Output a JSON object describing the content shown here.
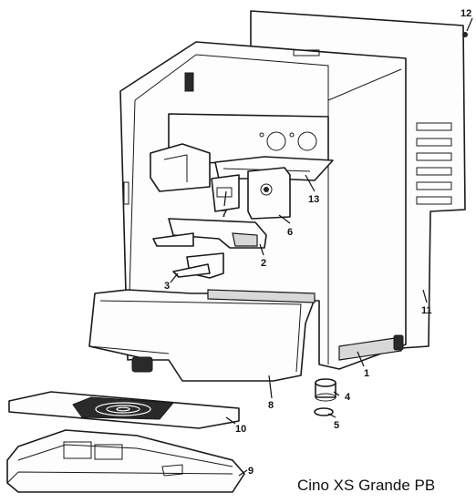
{
  "diagram": {
    "caption": "Cino XS Grande PB",
    "callouts": [
      "1",
      "2",
      "3",
      "4",
      "5",
      "6",
      "7",
      "8",
      "9",
      "10",
      "11",
      "12",
      "13"
    ]
  }
}
